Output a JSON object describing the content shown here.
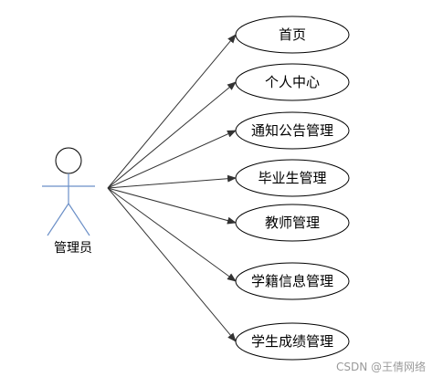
{
  "actor": {
    "label": "管理员"
  },
  "use_cases": [
    {
      "label": "首页"
    },
    {
      "label": "个人中心"
    },
    {
      "label": "通知公告管理"
    },
    {
      "label": "毕业生管理"
    },
    {
      "label": "教师管理"
    },
    {
      "label": "学籍信息管理"
    },
    {
      "label": "学生成绩管理"
    }
  ],
  "watermark": "CSDN @王倩网络",
  "colors": {
    "actor_stroke": "#6b8fc7",
    "line": "#333333",
    "ellipse_stroke": "#000000"
  }
}
